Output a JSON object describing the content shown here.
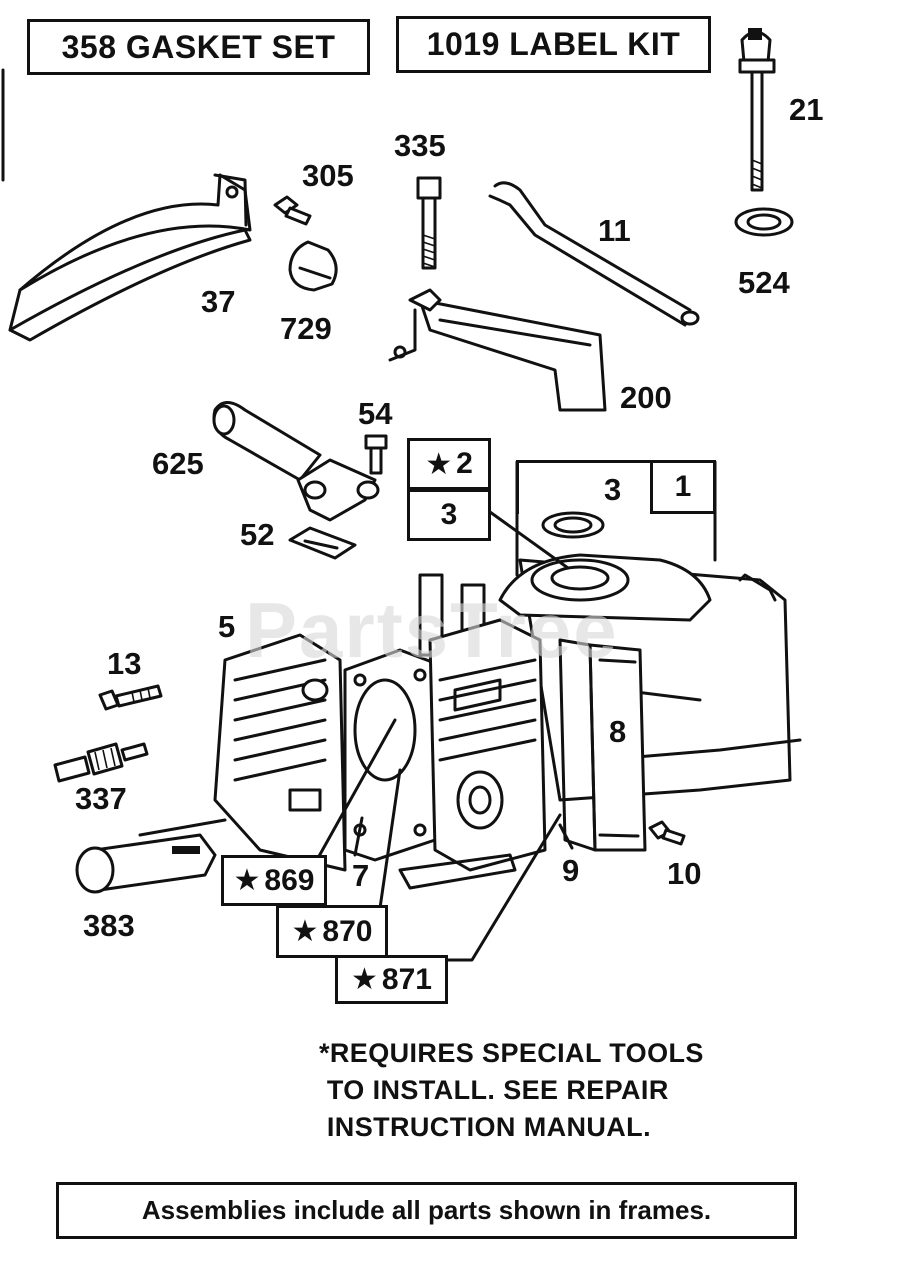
{
  "header": {
    "gasket_set": "358 GASKET SET",
    "label_kit": "1019 LABEL KIT"
  },
  "watermark": "PartsTree",
  "parts": {
    "p21": "21",
    "p335": "335",
    "p305": "305",
    "p11": "11",
    "p524": "524",
    "p37": "37",
    "p729": "729",
    "p200": "200",
    "p54": "54",
    "p625": "625",
    "p52": "52",
    "p5": "5",
    "p13": "13",
    "p337": "337",
    "p383": "383",
    "p8": "8",
    "p9": "9",
    "p10": "10",
    "p7": "7",
    "p3_inner": "3"
  },
  "frames": {
    "f2": {
      "star": "★",
      "num": "2"
    },
    "f3": "3",
    "f1": "1",
    "f869": {
      "star": "★",
      "num": "869"
    },
    "f870": {
      "star": "★",
      "num": "870"
    },
    "f871": {
      "star": "★",
      "num": "871"
    }
  },
  "note": {
    "line1": "*REQUIRES SPECIAL TOOLS",
    "line2": " TO INSTALL. SEE REPAIR",
    "line3": " INSTRUCTION MANUAL."
  },
  "footer": "Assemblies include all parts shown in frames."
}
